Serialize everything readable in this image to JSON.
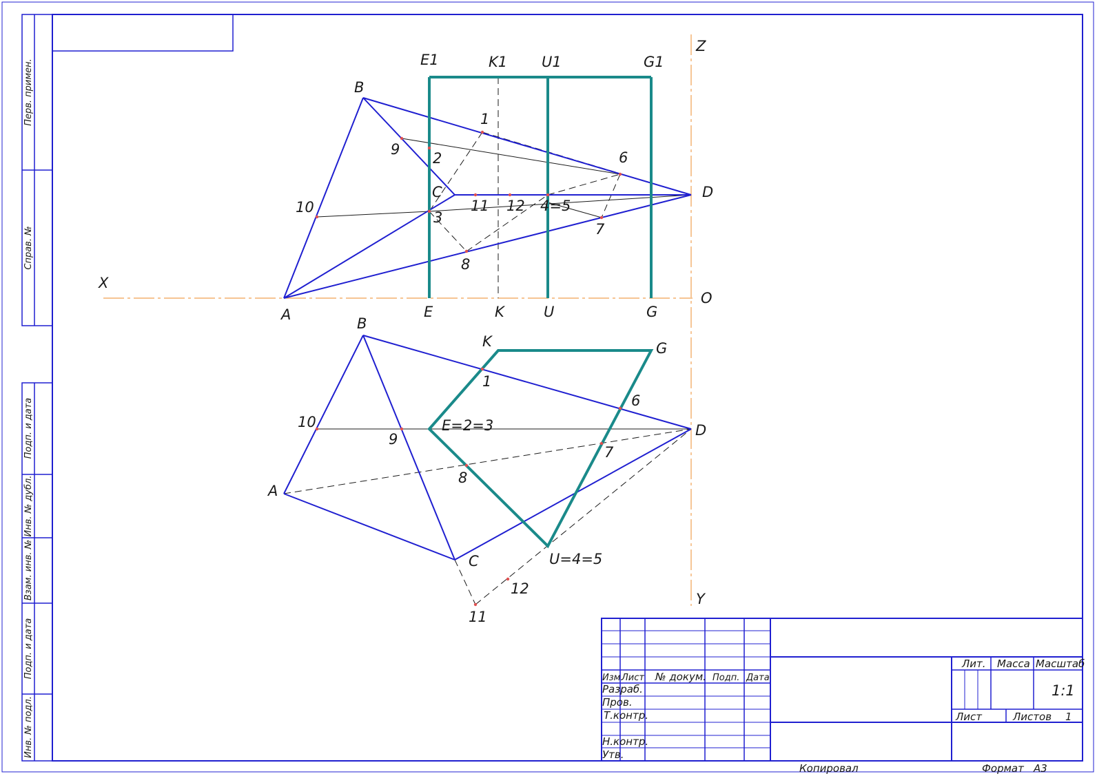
{
  "front_view": {
    "points": {
      "A": "A",
      "B": "B",
      "C": "C",
      "D": "D",
      "E": "E",
      "K": "K",
      "U": "U",
      "G": "G",
      "E1": "E1",
      "K1": "K1",
      "U1": "U1",
      "G1": "G1",
      "X": "X",
      "Z": "Z",
      "O": "O"
    },
    "numbers": {
      "n1": "1",
      "n2": "2",
      "n3": "3",
      "n45": "4=5",
      "n6": "6",
      "n7": "7",
      "n8": "8",
      "n9": "9",
      "n10": "10",
      "n11": "11",
      "n12": "12"
    }
  },
  "top_view": {
    "points": {
      "A": "A",
      "B": "B",
      "C": "C",
      "D": "D",
      "K": "K",
      "G": "G",
      "E23": "E=2=3",
      "U45": "U=4=5",
      "Y": "Y"
    },
    "numbers": {
      "n1": "1",
      "n6": "6",
      "n7": "7",
      "n8": "8",
      "n9": "9",
      "n10": "10",
      "n11": "11",
      "n12": "12"
    }
  },
  "side_stamp": [
    "Перв. примен.",
    "Справ. №",
    "Подп. и дата",
    "Инв. № дубл.",
    "Взам. инв. №",
    "Подп. и дата",
    "Инв. № подл."
  ],
  "title_block": {
    "headers": {
      "izm": "Изм.",
      "list": "Лист",
      "doc": "№ докум.",
      "podp": "Подп.",
      "data": "Дата"
    },
    "roles": {
      "razrab": "Разраб.",
      "prov": "Пров.",
      "tkontr": "Т.контр.",
      "nkontr": "Н.контр.",
      "utv": "Утв."
    },
    "lit": "Лит.",
    "massa": "Масса",
    "masshtab": "Масштаб",
    "scale": "1:1",
    "sheet": "Лист",
    "sheets": "Листов",
    "sheets_count": "1"
  },
  "footer": {
    "copied": "Копировал",
    "format": "Формат",
    "format_value": "А3"
  },
  "colors": {
    "frame": "#1f1fd0",
    "section": "#1a8a8a",
    "axis": "#f0a050"
  }
}
